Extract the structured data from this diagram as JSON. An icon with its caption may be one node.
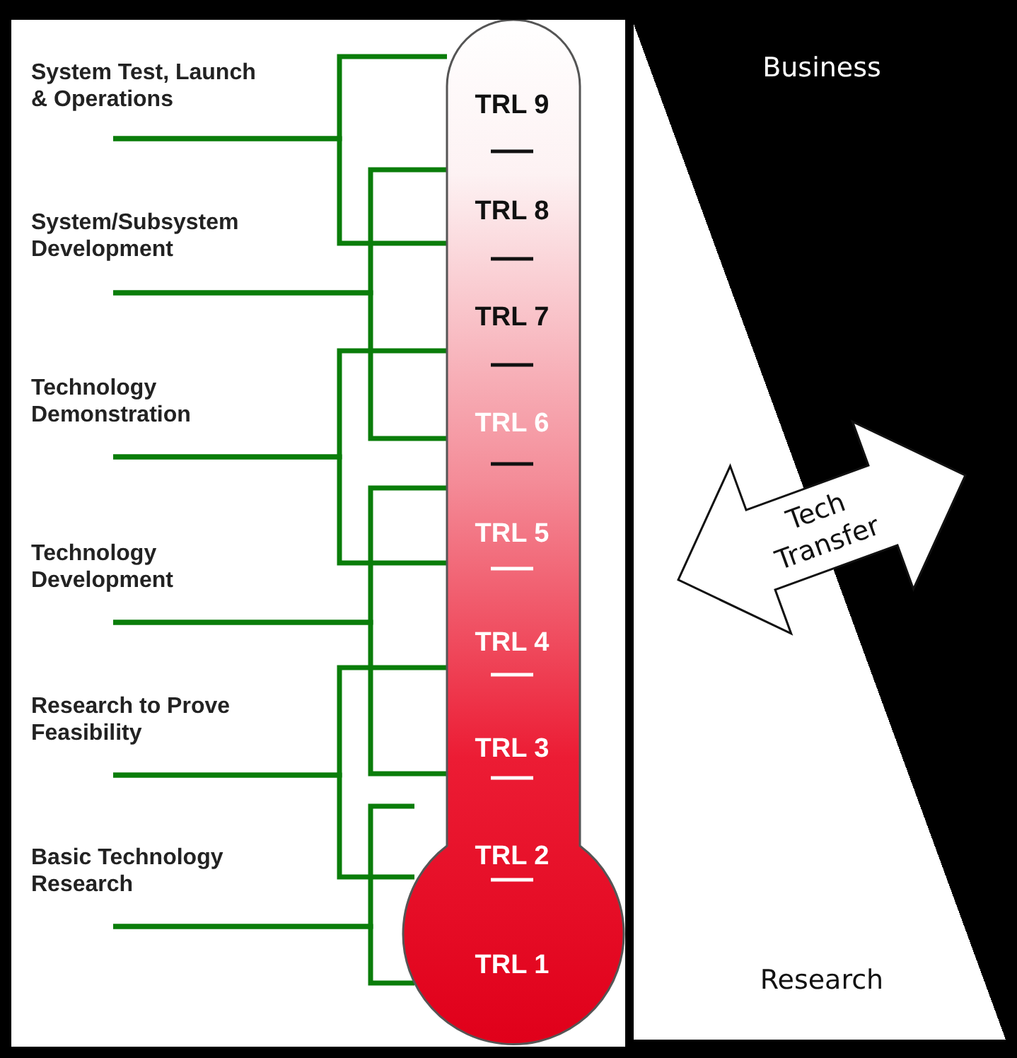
{
  "diagram": {
    "nodes": [
      {
        "text": [
          "System Test, Launch & Operations"
        ]
      },
      {
        "text": [
          "System/Subsystem Development"
        ]
      },
      {
        "text": [
          "Technology Demonstration"
        ]
      },
      {
        "text": [
          "Technology Development"
        ]
      },
      {
        "text": [
          "Research to Prove Feasibility"
        ]
      },
      {
        "text": [
          "Basic Technology Research"
        ]
      },
      {
        "text": [],
        "shape": "thermometer"
      },
      {
        "text": [
          "TRL 9"
        ],
        "in": 6
      },
      {
        "text": [
          "TRL 8"
        ],
        "in": 6
      },
      {
        "text": [
          "TRL 7"
        ],
        "in": 6
      },
      {
        "text": [
          "TRL 6"
        ],
        "in": 6
      },
      {
        "text": [
          "TRL 5"
        ],
        "in": 6
      },
      {
        "text": [
          "TRL 4"
        ],
        "in": 6
      },
      {
        "text": [
          "TRL 3"
        ],
        "in": 6
      },
      {
        "text": [
          "TRL 2"
        ],
        "in": 6
      },
      {
        "text": [
          "TRL 1"
        ],
        "in": 6
      },
      {
        "text": [
          "Tech Transfer"
        ]
      }
    ],
    "edges": [
      {
        "from": 0,
        "to": 7,
        "arrow": "none"
      },
      {
        "from": 0,
        "to": 8,
        "arrow": "none"
      },
      {
        "from": 1,
        "to": 8,
        "arrow": "none"
      },
      {
        "from": 1,
        "to": 10,
        "arrow": "none"
      },
      {
        "from": 2,
        "to": 9,
        "arrow": "none"
      },
      {
        "from": 2,
        "to": 11,
        "arrow": "none"
      },
      {
        "from": 3,
        "to": 11,
        "arrow": "none"
      },
      {
        "from": 3,
        "to": 13,
        "arrow": "none"
      },
      {
        "from": 4,
        "to": 12,
        "arrow": "none"
      },
      {
        "from": 4,
        "to": 14,
        "arrow": "none"
      },
      {
        "from": 5,
        "to": 14,
        "arrow": "none"
      },
      {
        "from": 5,
        "to": 15,
        "arrow": "none"
      }
    ],
    "labels": [
      "Business",
      "Research"
    ]
  }
}
